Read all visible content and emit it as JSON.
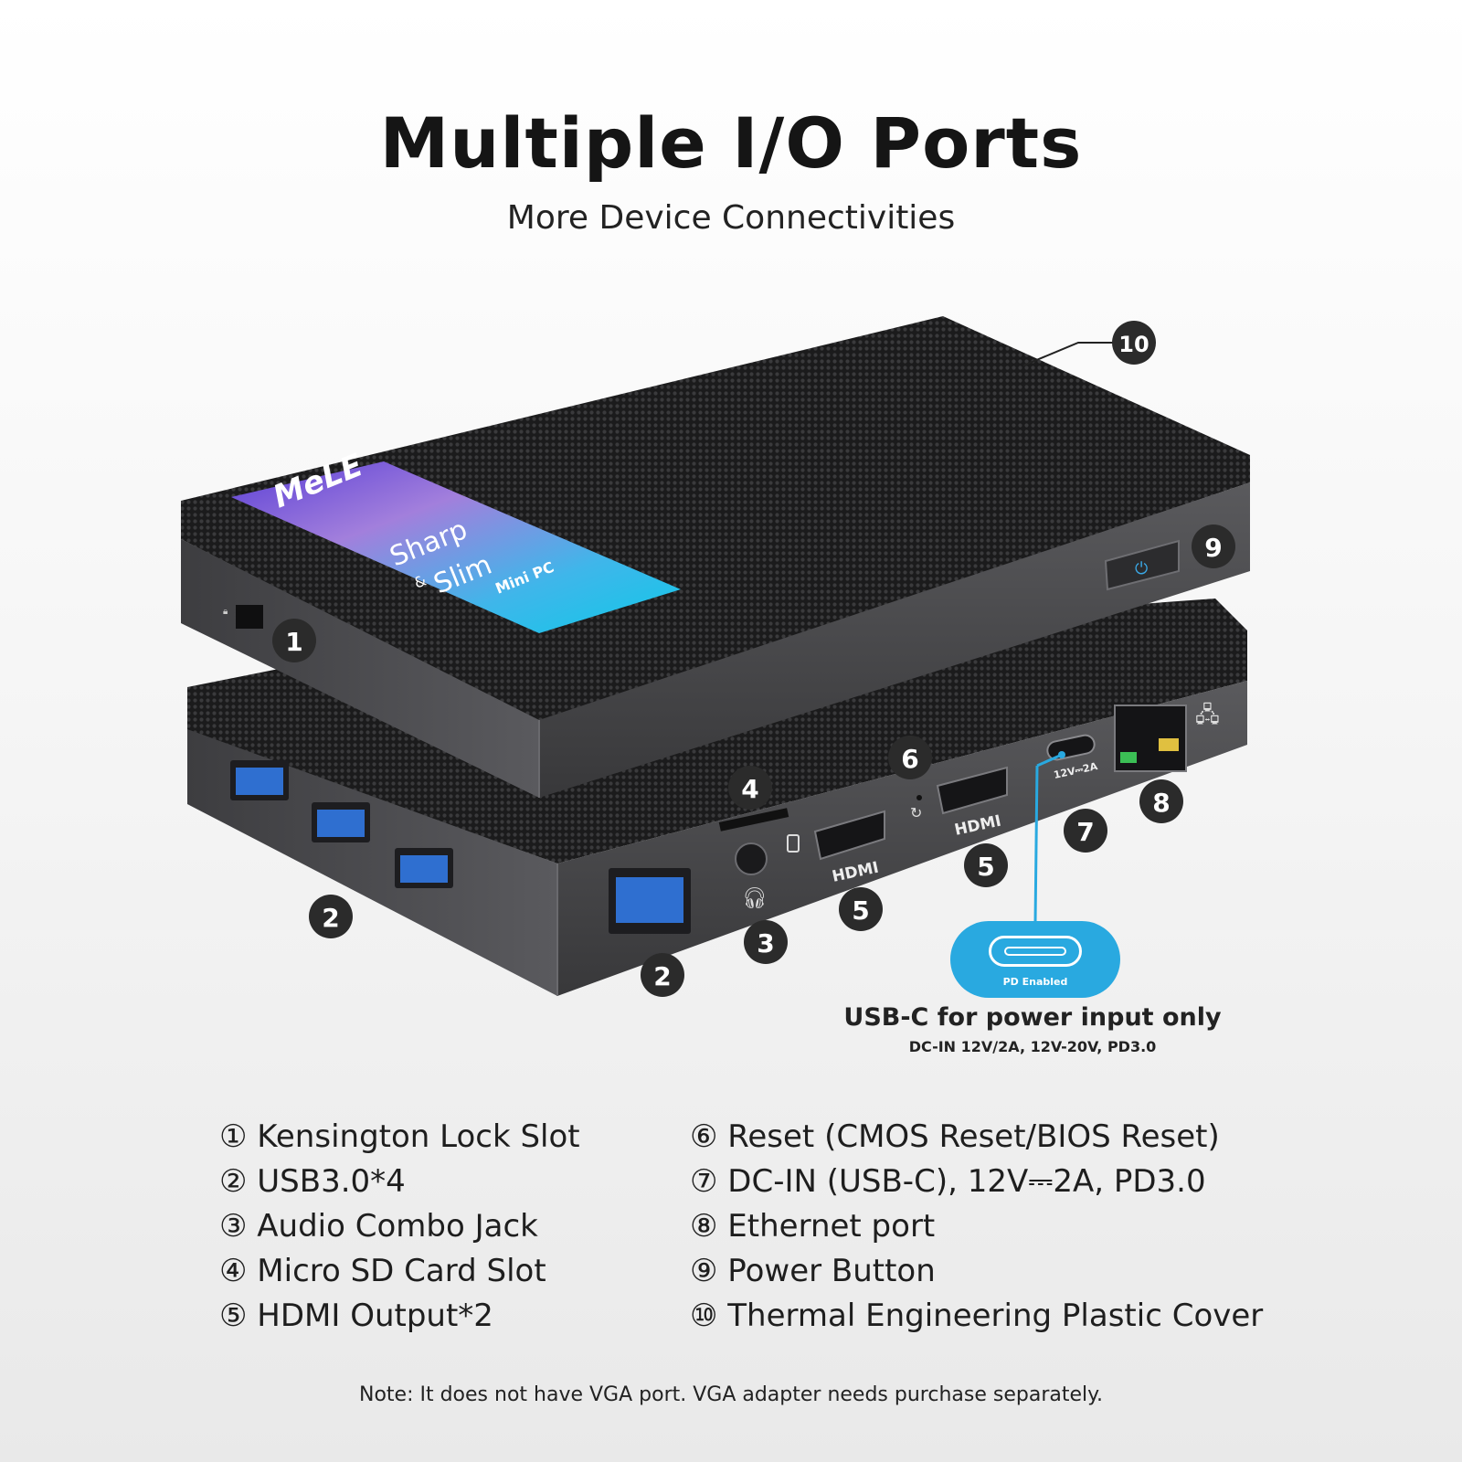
{
  "header": {
    "title": "Multiple I/O Ports",
    "subtitle": "More Device Connectivities"
  },
  "device": {
    "brand": "MeLE",
    "sticker_lines": [
      "Sharp",
      "&",
      "Slim",
      "Mini PC"
    ],
    "port_labels": [
      "HDMI",
      "HDMI",
      "12V⎓2A"
    ],
    "callouts": [
      "1",
      "2",
      "2",
      "3",
      "4",
      "5",
      "5",
      "6",
      "7",
      "8",
      "9",
      "10"
    ]
  },
  "usbc_callout": {
    "badge": "PD Enabled",
    "title": "USB-C for power input only",
    "subtitle": "DC-IN 12V/2A, 12V-20V, PD3.0",
    "color": "#29a9e0"
  },
  "legend": {
    "left": [
      "① Kensington Lock Slot",
      "② USB3.0*4",
      "③ Audio Combo Jack",
      "④ Micro SD Card Slot",
      "⑤ HDMI Output*2"
    ],
    "right": [
      "⑥ Reset (CMOS Reset/BIOS Reset)",
      "⑦ DC-IN (USB-C), 12V⎓2A, PD3.0",
      "⑧ Ethernet port",
      "⑨ Power Button",
      "⑩ Thermal Engineering Plastic Cover"
    ]
  },
  "note": "Note: It does not have VGA port. VGA adapter needs purchase separately.",
  "colors": {
    "usb_blue": "#2f6fd0",
    "callout_dark": "#2b2b2b",
    "chassis": "#4a4a4c"
  }
}
